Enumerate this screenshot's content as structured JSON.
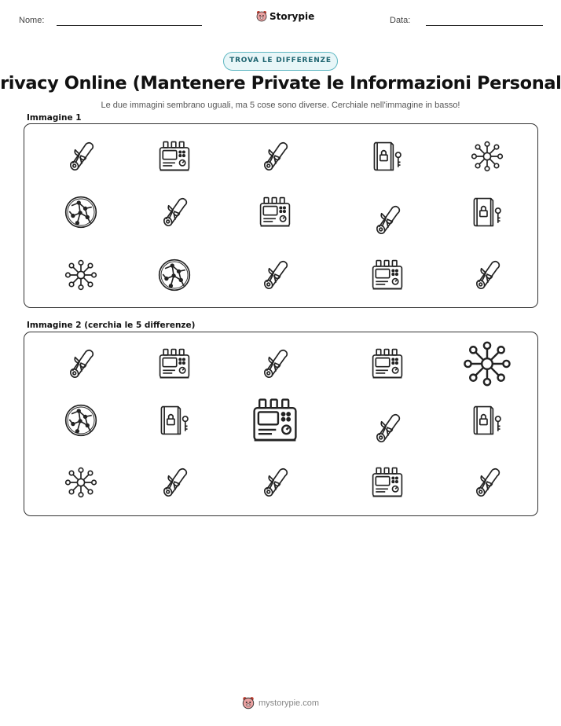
{
  "header": {
    "name_label": "Nome:",
    "date_label": "Data:",
    "brand": "Storypie"
  },
  "badge": "TROVA LE DIFFERENZE",
  "title": "Privacy Online (Mantenere Private le Informazioni Personali)",
  "instructions": "Le due immagini sembrano uguali, ma 5 cose sono diverse. Cerchiale nell'immagine in basso!",
  "panels": [
    {
      "label": "Immagine 1",
      "icons": [
        {
          "name": "scroll-icon",
          "row": 0,
          "col": 0
        },
        {
          "name": "device-icon",
          "row": 0,
          "col": 1
        },
        {
          "name": "scroll-icon",
          "row": 0,
          "col": 2
        },
        {
          "name": "locked-book-icon",
          "row": 0,
          "col": 3
        },
        {
          "name": "network-icon",
          "row": 0,
          "col": 4
        },
        {
          "name": "globe-icon",
          "row": 1,
          "col": 0
        },
        {
          "name": "scroll-icon",
          "row": 1,
          "col": 1
        },
        {
          "name": "device-icon",
          "row": 1,
          "col": 2
        },
        {
          "name": "scroll-icon",
          "row": 1,
          "col": 3
        },
        {
          "name": "locked-book-icon",
          "row": 1,
          "col": 4
        },
        {
          "name": "network-icon",
          "row": 2,
          "col": 0
        },
        {
          "name": "globe-icon",
          "row": 2,
          "col": 1
        },
        {
          "name": "scroll-icon",
          "row": 2,
          "col": 2
        },
        {
          "name": "device-icon",
          "row": 2,
          "col": 3
        },
        {
          "name": "scroll-icon",
          "row": 2,
          "col": 4
        }
      ]
    },
    {
      "label": "Immagine 2 (cerchia le 5 differenze)",
      "icons": [
        {
          "name": "scroll-icon",
          "row": 0,
          "col": 0
        },
        {
          "name": "device-icon",
          "row": 0,
          "col": 1
        },
        {
          "name": "scroll-icon",
          "row": 0,
          "col": 2
        },
        {
          "name": "device-icon",
          "row": 0,
          "col": 3
        },
        {
          "name": "network-icon",
          "row": 0,
          "col": 4
        },
        {
          "name": "globe-icon",
          "row": 1,
          "col": 0
        },
        {
          "name": "locked-book-icon",
          "row": 1,
          "col": 1
        },
        {
          "name": "device-icon",
          "row": 1,
          "col": 2
        },
        {
          "name": "scroll-icon",
          "row": 1,
          "col": 3
        },
        {
          "name": "locked-book-icon",
          "row": 1,
          "col": 4
        },
        {
          "name": "network-icon",
          "row": 2,
          "col": 0
        },
        {
          "name": "scroll-icon",
          "row": 2,
          "col": 1
        },
        {
          "name": "scroll-icon",
          "row": 2,
          "col": 2
        },
        {
          "name": "device-icon",
          "row": 2,
          "col": 3
        },
        {
          "name": "scroll-icon",
          "row": 2,
          "col": 4
        }
      ]
    }
  ],
  "footer": "mystorypie.com"
}
